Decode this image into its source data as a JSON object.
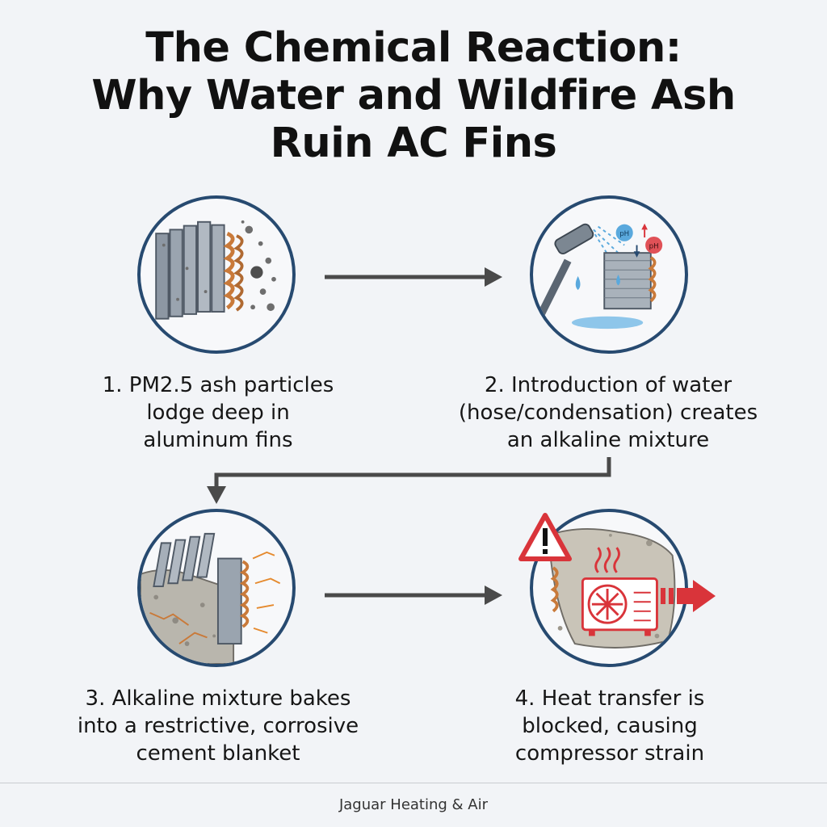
{
  "title": {
    "line1": "The Chemical Reaction:",
    "line2": "Why Water and Wildfire Ash",
    "line3": "Ruin AC Fins"
  },
  "steps": [
    {
      "line1": "1. PM2.5 ash particles",
      "line2": "lodge deep in",
      "line3": "aluminum fins",
      "icon": "dusty-coil-icon"
    },
    {
      "line1": "2. Introduction of water",
      "line2": "(hose/condensation) creates",
      "line3": "an alkaline mixture",
      "icon": "hose-spray-icon"
    },
    {
      "line1": "3. Alkaline mixture bakes",
      "line2": "into a restrictive, corrosive",
      "line3": "cement blanket",
      "icon": "cemented-coil-icon"
    },
    {
      "line1": "4. Heat transfer is",
      "line2": "blocked, causing",
      "line3": "compressor strain",
      "icon": "overheating-ac-unit-icon"
    }
  ],
  "ph_labels": {
    "low": "pH",
    "high": "pH"
  },
  "footer": "Jaguar Heating & Air",
  "colors": {
    "background": "#f2f4f7",
    "circle_border": "#274a70",
    "arrow": "#4a4a4a",
    "copper": "#c97a3a",
    "water": "#5aa9dd",
    "warning_red": "#d9343a"
  }
}
